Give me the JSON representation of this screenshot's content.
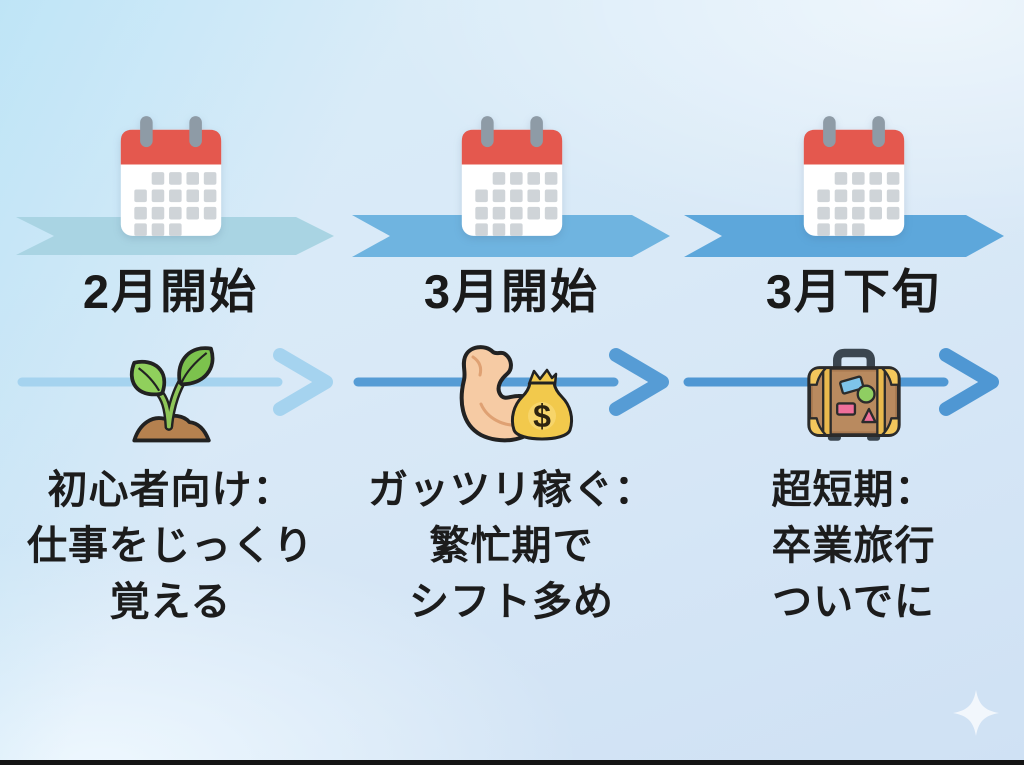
{
  "columns": [
    {
      "period": "2月開始",
      "icon": "sprout-icon",
      "desc_lines": [
        "初心者向け：",
        "仕事をじっくり",
        "覚える"
      ]
    },
    {
      "period": "3月開始",
      "icon": "bicep-moneybag-icon",
      "desc_lines": [
        "ガッツリ稼ぐ：",
        "繁忙期で",
        "シフト多め"
      ]
    },
    {
      "period": "3月下旬",
      "icon": "suitcase-icon",
      "desc_lines": [
        "超短期：",
        "卒業旅行",
        "ついでに"
      ]
    }
  ],
  "icons": {
    "calendar": "calendar-icon",
    "sprout": "sprout-icon",
    "power": "bicep-moneybag-icon",
    "suitcase": "suitcase-icon",
    "sparkle": "sparkle-icon"
  },
  "colors": {
    "band_1": "#a9d4e3",
    "band_2": "#6fb4e0",
    "band_3": "#5da7db",
    "arrow_1": "#a5d3ef",
    "arrow_2": "#569cd5",
    "arrow_3": "#4f97d3",
    "calendar_red": "#e4584e",
    "calendar_peg": "#8e9ba6",
    "text": "#1a1a1a",
    "footer_bar": "#141414"
  }
}
